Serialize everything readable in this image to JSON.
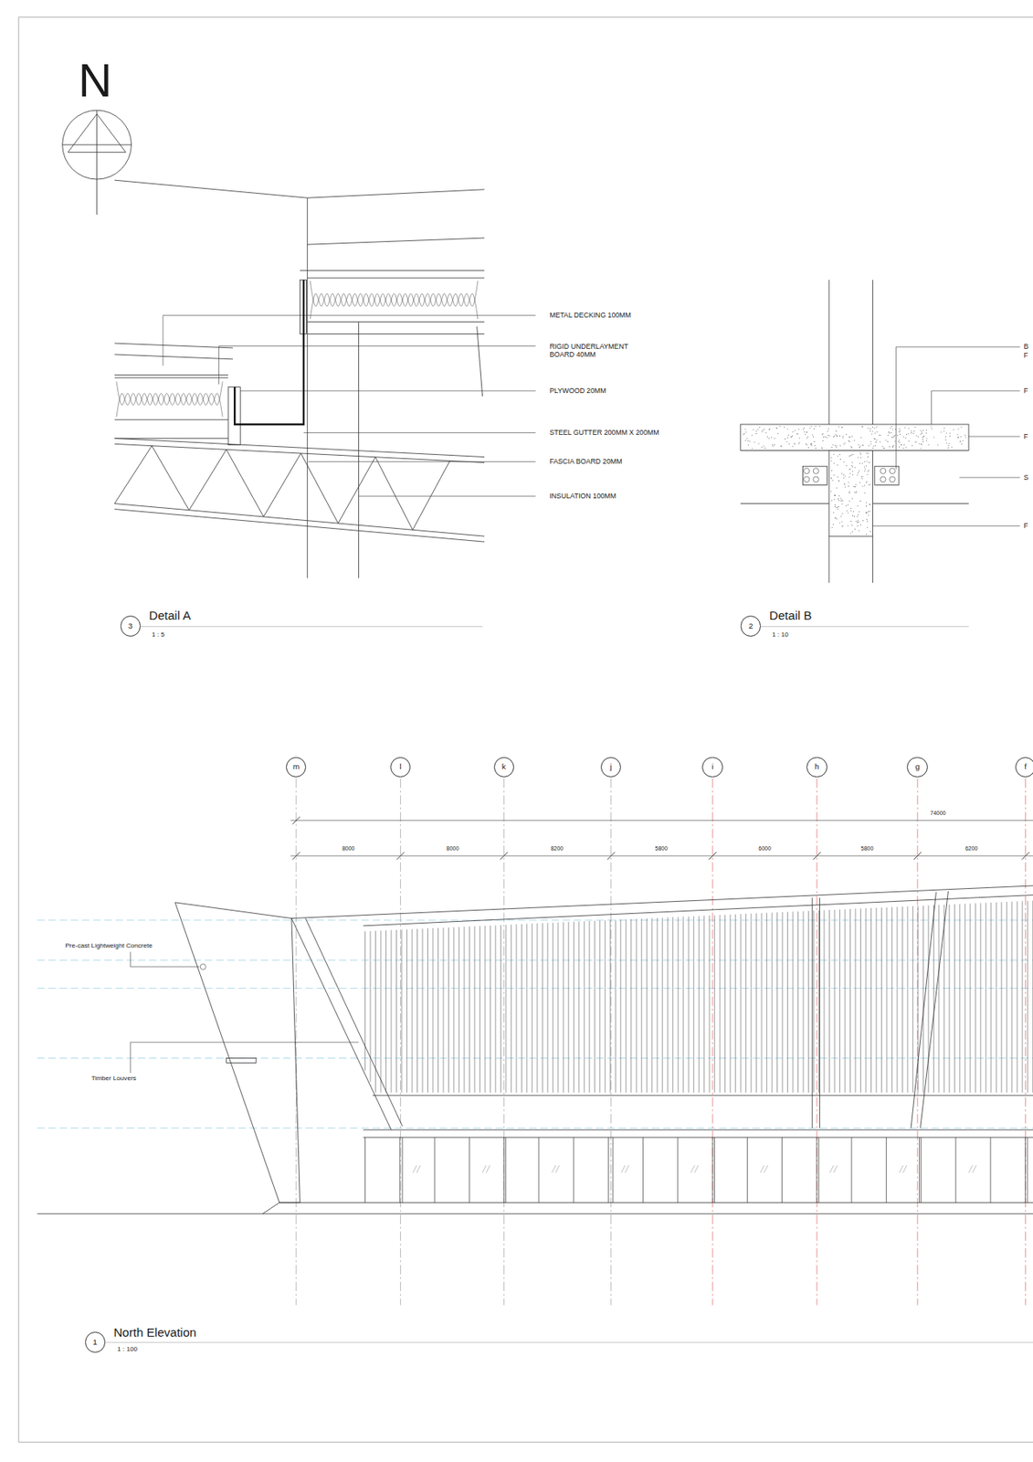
{
  "diagram": {
    "nodes": [
      {
        "text": [
          "3"
        ]
      },
      {
        "text": [
          "2"
        ]
      },
      {
        "text": [
          "m"
        ]
      },
      {
        "text": [
          "l"
        ]
      },
      {
        "text": [
          "k"
        ]
      },
      {
        "text": [
          "j"
        ]
      },
      {
        "text": [
          "i"
        ]
      },
      {
        "text": [
          "h"
        ]
      },
      {
        "text": [
          "g"
        ]
      },
      {
        "text": [
          "f"
        ]
      },
      {
        "text": [
          "1"
        ]
      }
    ],
    "labels": [
      "N",
      "METAL DECKING 100MM",
      "RIGID UNDERLAYMENT BOARD 40MM",
      "PLYWOOD 20MM",
      "STEEL GUTTER 200MM X 200MM",
      "FASCIA BOARD 20MM",
      "INSULATION 100MM",
      "B",
      "F",
      "F",
      "F",
      "S",
      "F",
      "Detail A",
      "1 : 5",
      "Detail B",
      "1 : 10",
      "74000",
      "8000",
      "8000",
      "8200",
      "5800",
      "6000",
      "5800",
      "6200",
      "Pre-cast Lightweight Concrete",
      "Timber Louvers",
      "North Elevation",
      "1 : 100"
    ]
  }
}
